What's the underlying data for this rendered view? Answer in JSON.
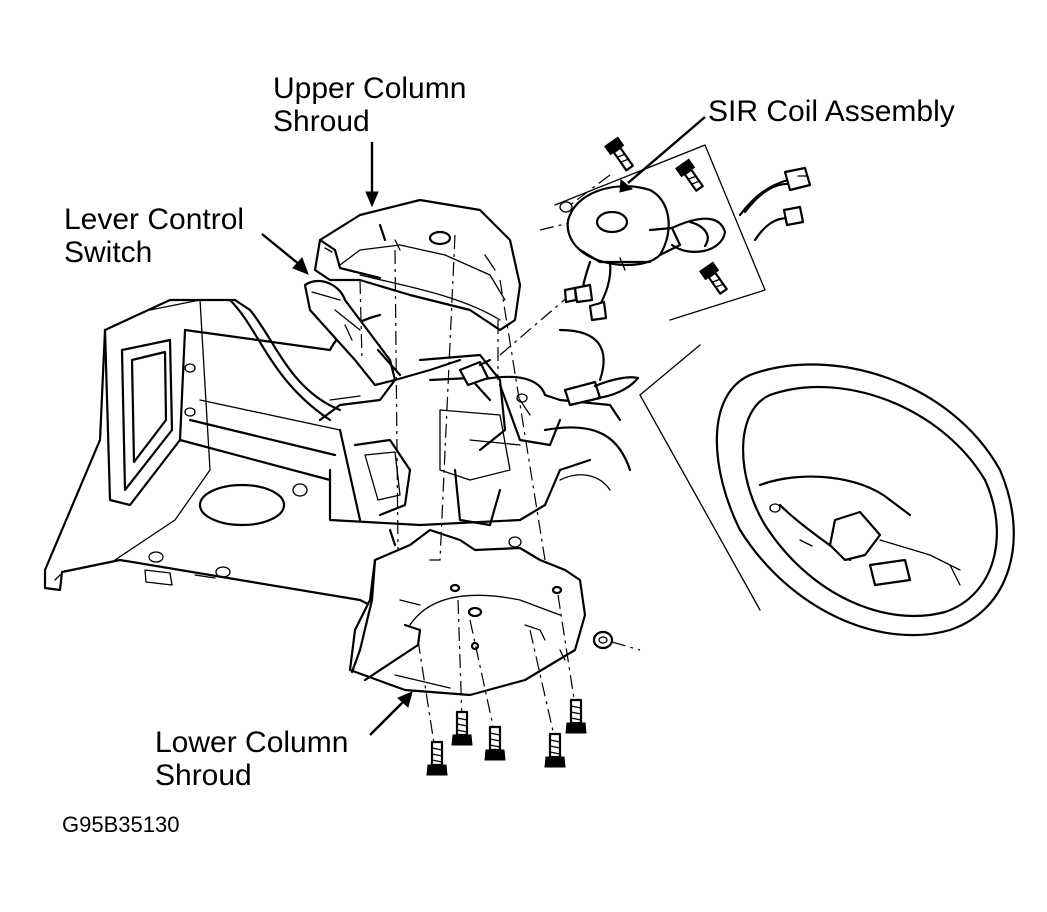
{
  "labels": {
    "upper_shroud_line1": "Upper Column",
    "upper_shroud_line2": "Shroud",
    "sir_coil": "SIR Coil Assembly",
    "lever_switch_line1": "Lever Control",
    "lever_switch_line2": "Switch",
    "lower_shroud_line1": "Lower Column",
    "lower_shroud_line2": "Shroud"
  },
  "figure_id": "G95B35130"
}
